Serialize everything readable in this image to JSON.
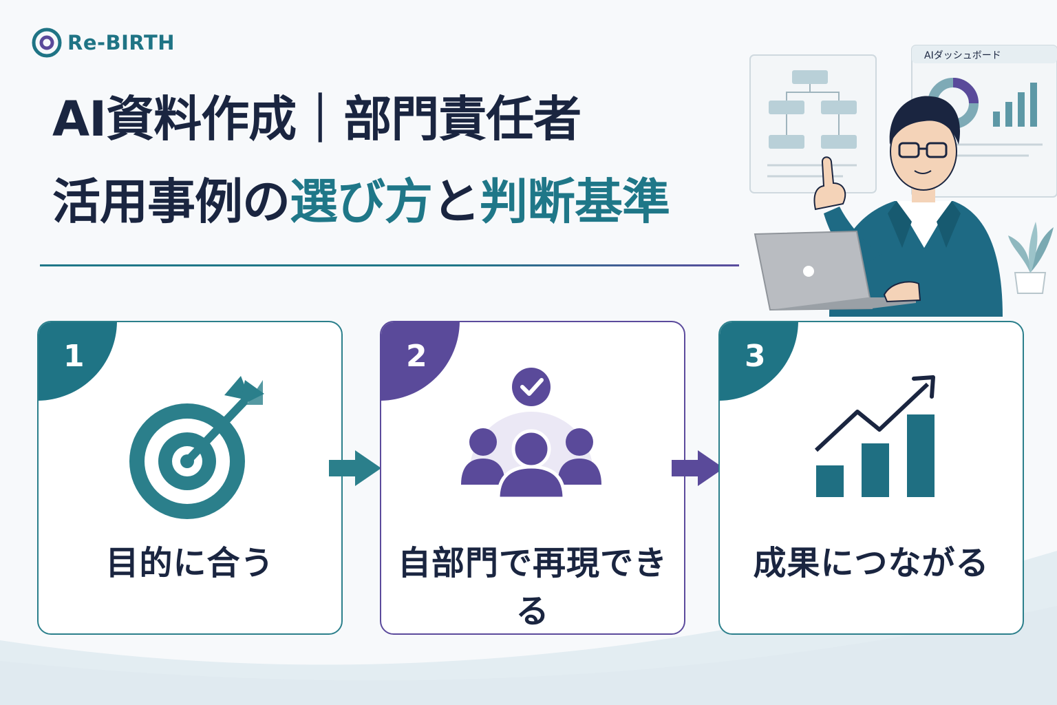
{
  "brand": {
    "name": "Re-BIRTH",
    "color": "#1f7485"
  },
  "title": {
    "line1": "AI資料作成｜部門責任者",
    "line2_part1": "活用事例の",
    "line2_part2": "選び方",
    "line2_part3": "と",
    "line2_part4": "判断基準"
  },
  "illustration": {
    "dashboard_title": "AIダッシュボード",
    "icons": [
      "flowchart-icon",
      "donut-chart-icon",
      "bar-chart-icon",
      "laptop-icon",
      "plant-icon",
      "businessman-pointing"
    ]
  },
  "steps": [
    {
      "number": "1",
      "label": "目的に合う",
      "icon": "target-arrow-icon",
      "color": "#1f7485"
    },
    {
      "number": "2",
      "label": "自部門で再現できる",
      "icon": "team-check-icon",
      "color": "#5a4a9a"
    },
    {
      "number": "3",
      "label": "成果につながる",
      "icon": "growth-chart-icon",
      "color": "#1f7485"
    }
  ],
  "colors": {
    "teal": "#1f7788",
    "purple": "#5a4a9a",
    "navy": "#1a2540",
    "background": "#f7f9fb"
  }
}
